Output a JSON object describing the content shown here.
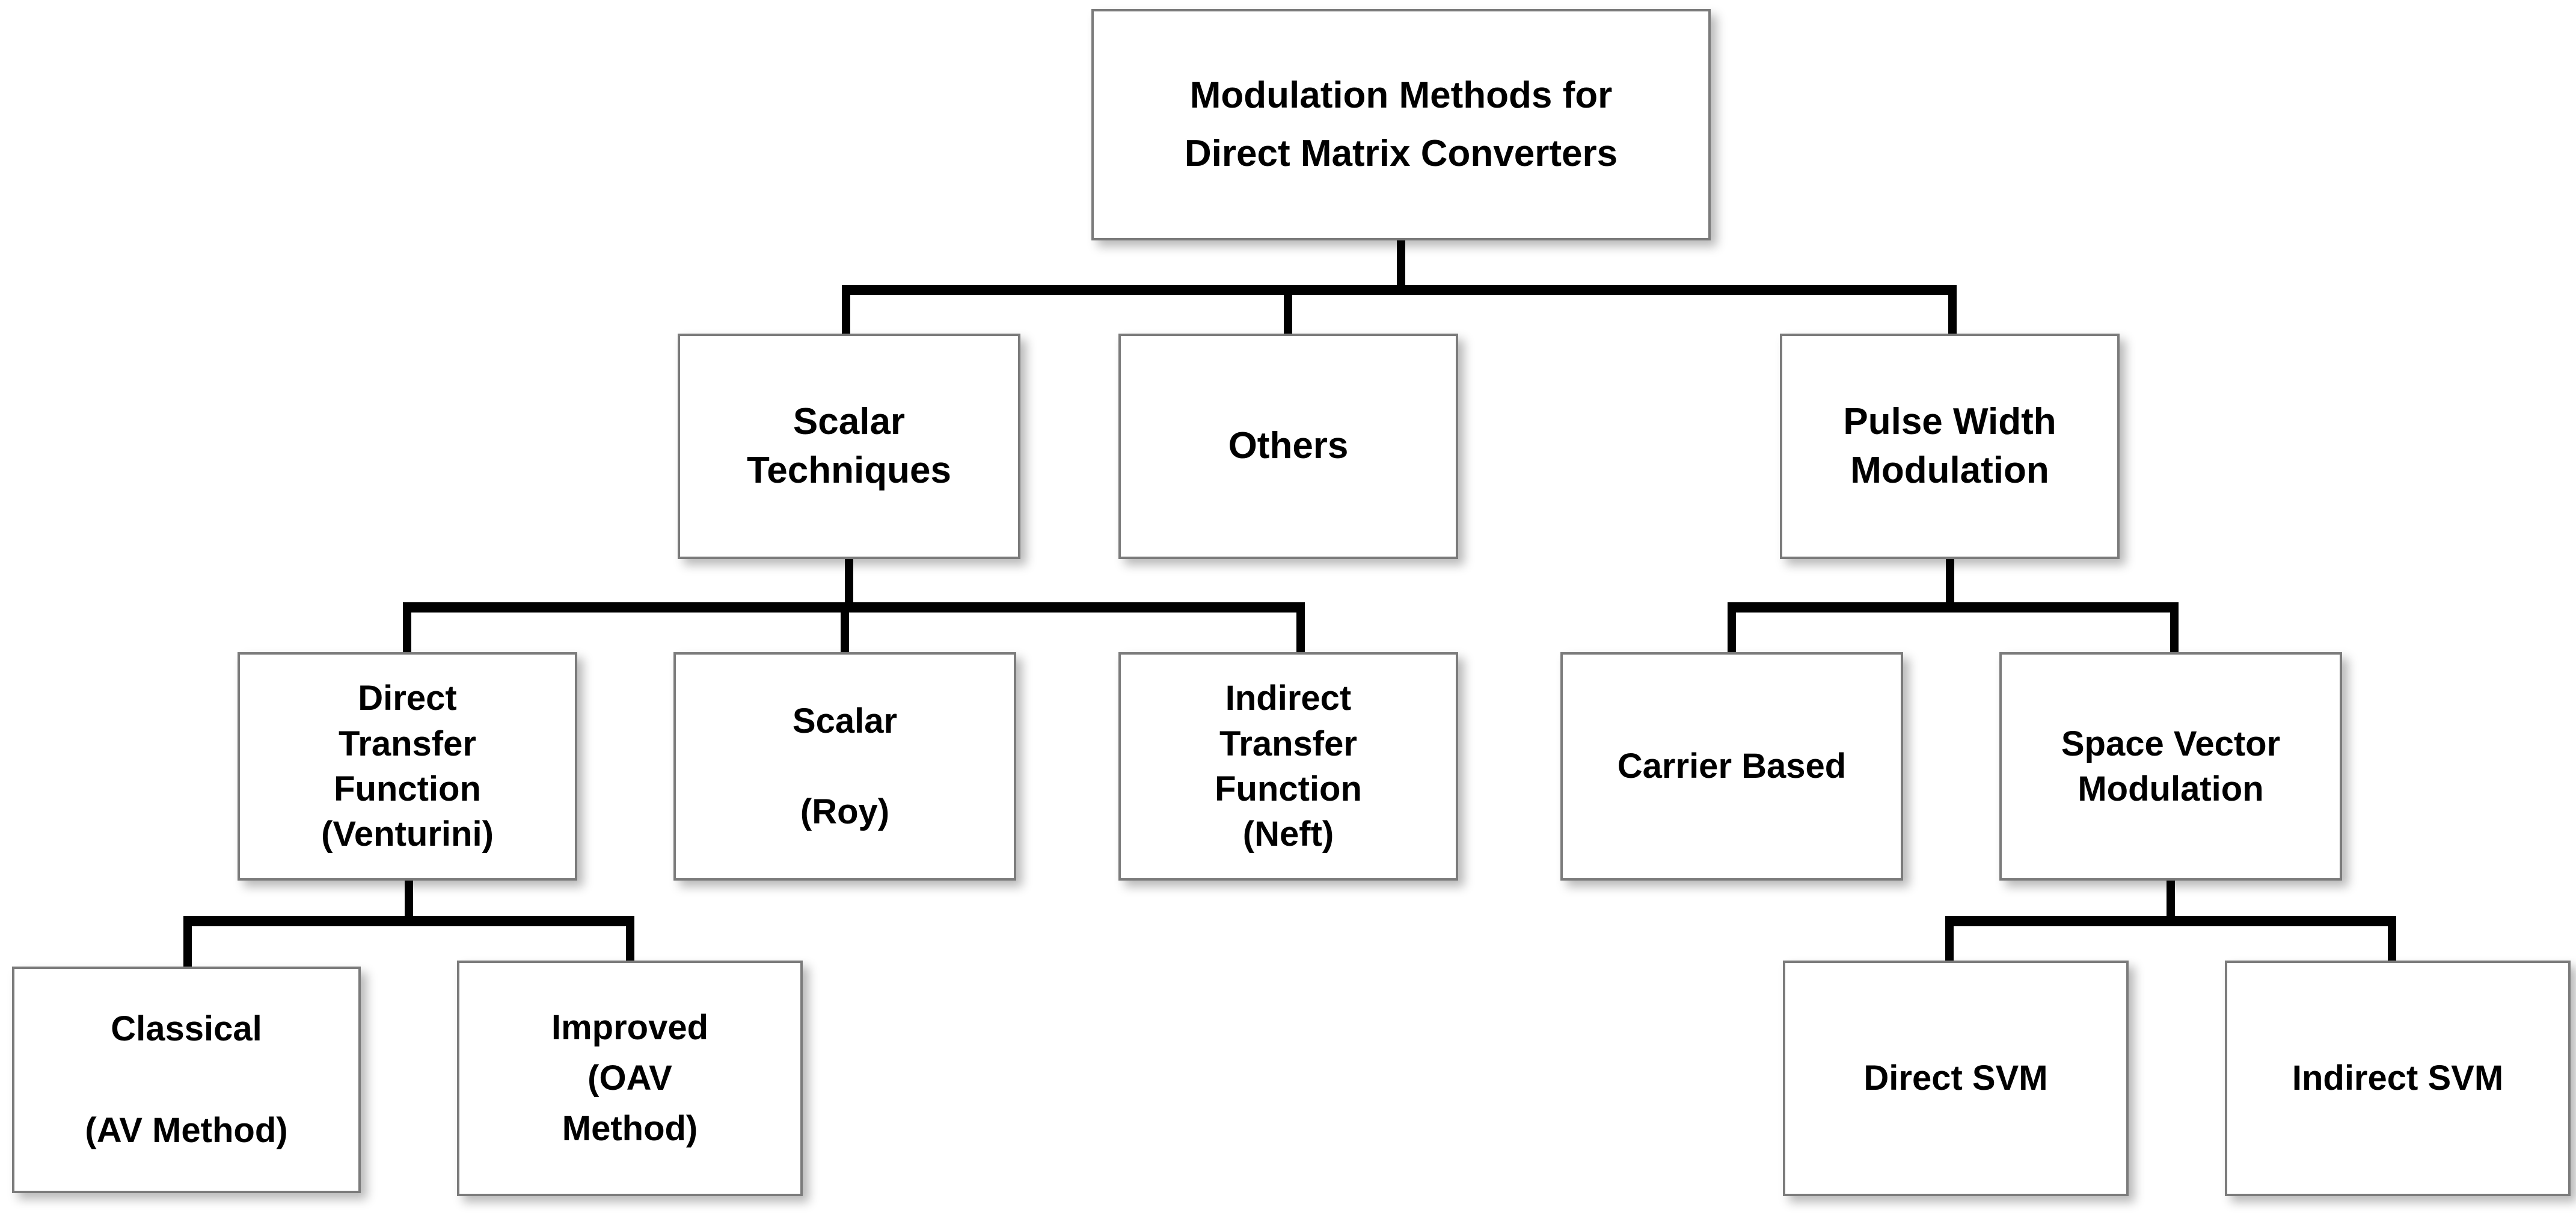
{
  "diagram": {
    "title": "Modulation Methods for Direct Matrix Converters",
    "type": "tree-hierarchy",
    "colors": {
      "background": "#ffffff",
      "box_fill": "#ffffff",
      "box_border": "#7b7b7b",
      "connector": "#000000",
      "text": "#000000"
    },
    "nodes": {
      "root": "Modulation Methods for\nDirect Matrix Converters",
      "scalar_techniques": "Scalar\nTechniques",
      "others": "Others",
      "pulse_width_modulation": "Pulse Width\nModulation",
      "direct_transfer_function": "Direct\nTransfer\nFunction\n(Venturini)",
      "scalar_roy": "Scalar\n\n(Roy)",
      "indirect_transfer_function": "Indirect\nTransfer\nFunction\n(Neft)",
      "carrier_based": "Carrier Based",
      "space_vector_modulation": "Space Vector\nModulation",
      "classical_av": "Classical\n\n(AV Method)",
      "improved_oav": "Improved\n(OAV\nMethod)",
      "direct_svm": "Direct SVM",
      "indirect_svm": "Indirect SVM"
    },
    "hierarchy": [
      {
        "label": "Modulation Methods for Direct Matrix Converters",
        "children": [
          {
            "label": "Scalar Techniques",
            "children": [
              {
                "label": "Direct Transfer Function (Venturini)",
                "children": [
                  {
                    "label": "Classical (AV Method)"
                  },
                  {
                    "label": "Improved (OAV Method)"
                  }
                ]
              },
              {
                "label": "Scalar (Roy)"
              },
              {
                "label": "Indirect Transfer Function (Neft)"
              }
            ]
          },
          {
            "label": "Others"
          },
          {
            "label": "Pulse Width Modulation",
            "children": [
              {
                "label": "Carrier Based"
              },
              {
                "label": "Space Vector Modulation",
                "children": [
                  {
                    "label": "Direct SVM"
                  },
                  {
                    "label": "Indirect SVM"
                  }
                ]
              }
            ]
          }
        ]
      }
    ]
  }
}
